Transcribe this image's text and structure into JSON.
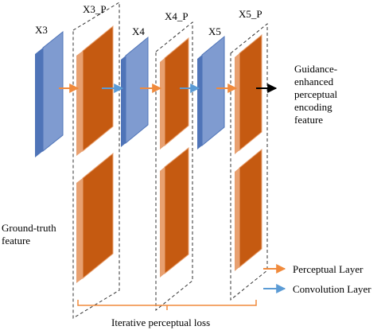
{
  "labels": {
    "x3": "X3",
    "x3p": "X3_P",
    "x4": "X4",
    "x4p": "X4_P",
    "x5": "X5",
    "x5p": "X5_P"
  },
  "guidance": [
    "Guidance-",
    "enhanced",
    "perceptual",
    "encoding",
    "feature"
  ],
  "ground_truth": [
    "Ground-truth",
    "feature"
  ],
  "legend": {
    "perceptual_label": "Perceptual  Layer",
    "convolution_label": "Convolution  Layer",
    "perceptual_color": "#f08a3c",
    "convolution_color": "#5b9bd5"
  },
  "bottom_label": "Iterative perceptual loss",
  "colors": {
    "blue_face": "#7f9bd0",
    "blue_side": "#4f74b8",
    "orange_face": "#c55a11",
    "orange_side": "#e8a070",
    "brace": "#f08a3c"
  }
}
